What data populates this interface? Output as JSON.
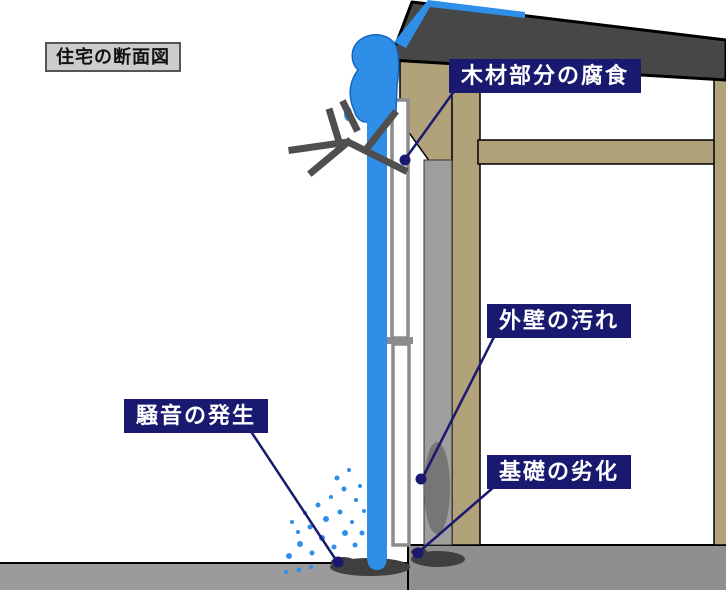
{
  "title": {
    "text": "住宅の断面図"
  },
  "callouts": {
    "wood_rot": {
      "label": "木材部分の腐食"
    },
    "wall_stain": {
      "label": "外壁の汚れ"
    },
    "noise": {
      "label": "騒音の発生"
    },
    "foundation": {
      "label": "基礎の劣化"
    }
  },
  "colors": {
    "label_bg": "#191970",
    "label_text": "#ffffff",
    "water_blue": "#2e8ee8",
    "roof_dark": "#474747",
    "wood_tan": "#b2a27a",
    "wall_gray": "#9e9e9e",
    "ground_left": "#9b9b9b",
    "ground_slab": "#8f8f8f",
    "leader_navy": "#191970",
    "puddle_dark": "#3f3f3f",
    "pipe_gray": "#8c8c8c",
    "branch_gray": "#4f4f4f",
    "title_bg": "#cccccc"
  }
}
